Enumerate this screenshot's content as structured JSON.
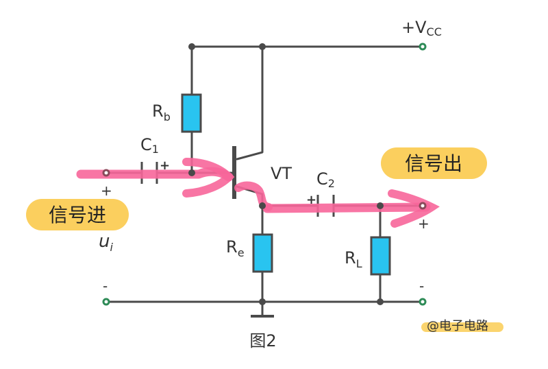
{
  "labels": {
    "vcc": "+V",
    "vcc_sub": "CC",
    "rb": "R",
    "rb_sub": "b",
    "c1": "C",
    "c1_sub": "1",
    "c2": "C",
    "c2_sub": "2",
    "vt": "VT",
    "re": "R",
    "re_sub": "e",
    "rl": "R",
    "rl_sub": "L",
    "ui": "u",
    "ui_sub": "i",
    "plus_in": "+",
    "plus_out": "+",
    "minus_in": "-",
    "minus_out": "-",
    "cap_plus_1": "+",
    "cap_plus_2": "+",
    "figure": "图2"
  },
  "callouts": {
    "signal_in": "信号进",
    "signal_out": "信号出"
  },
  "watermark": "@电子电路",
  "colors": {
    "wire": "#4a4a4a",
    "resistor_fill": "#29c4f0",
    "signal_path": "#f7669a",
    "callout_bg": "#fbcf5e",
    "node_terminal": "#2e8b57"
  }
}
